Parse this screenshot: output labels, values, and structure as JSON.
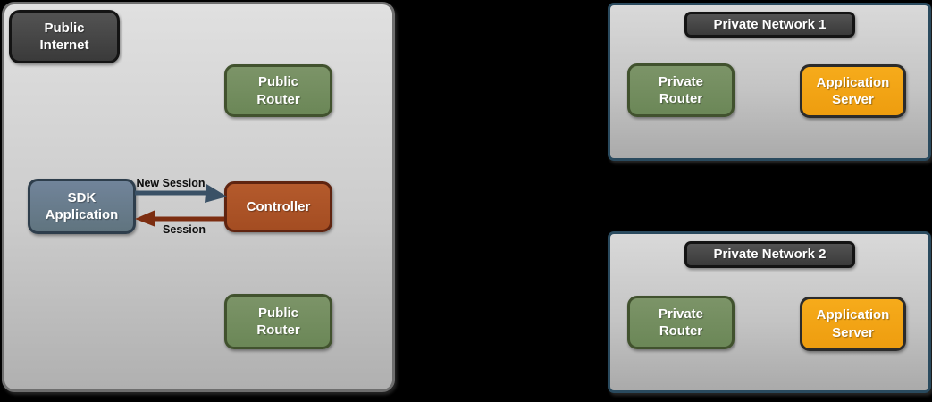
{
  "colors": {
    "background": "#000000",
    "public_panel_border": "#6e6e6e",
    "private_panel_border": "#2a4a5e",
    "panel_fill_top": "#e0e0e0",
    "panel_fill_bottom": "#b0b0b0",
    "badge_fill": "#474747",
    "badge_border": "#141414",
    "router_green_fill": "#738d60",
    "router_green_border": "#41522e",
    "server_orange_fill": "#f2a417",
    "server_orange_border": "#2b2b2b",
    "sdk_slate_fill": "#697c8e",
    "sdk_slate_border": "#2e3e4c",
    "controller_rust_fill": "#ad5326",
    "controller_rust_border": "#5f2410",
    "arrow_new_session": "#3a5166",
    "arrow_session": "#7c2d10",
    "arrow_label_text": "#0d0d0d",
    "node_text": "#ffffff"
  },
  "public_internet": {
    "label": "Public\nInternet",
    "public_router_top": "Public\nRouter",
    "sdk_application": "SDK\nApplication",
    "controller": "Controller",
    "public_router_bottom": "Public\nRouter",
    "arrow_new_session_label": "New Session",
    "arrow_session_label": "Session"
  },
  "private_network_1": {
    "title": "Private Network 1",
    "private_router": "Private\nRouter",
    "application_server": "Application\nServer"
  },
  "private_network_2": {
    "title": "Private Network 2",
    "private_router": "Private\nRouter",
    "application_server": "Application\nServer"
  }
}
